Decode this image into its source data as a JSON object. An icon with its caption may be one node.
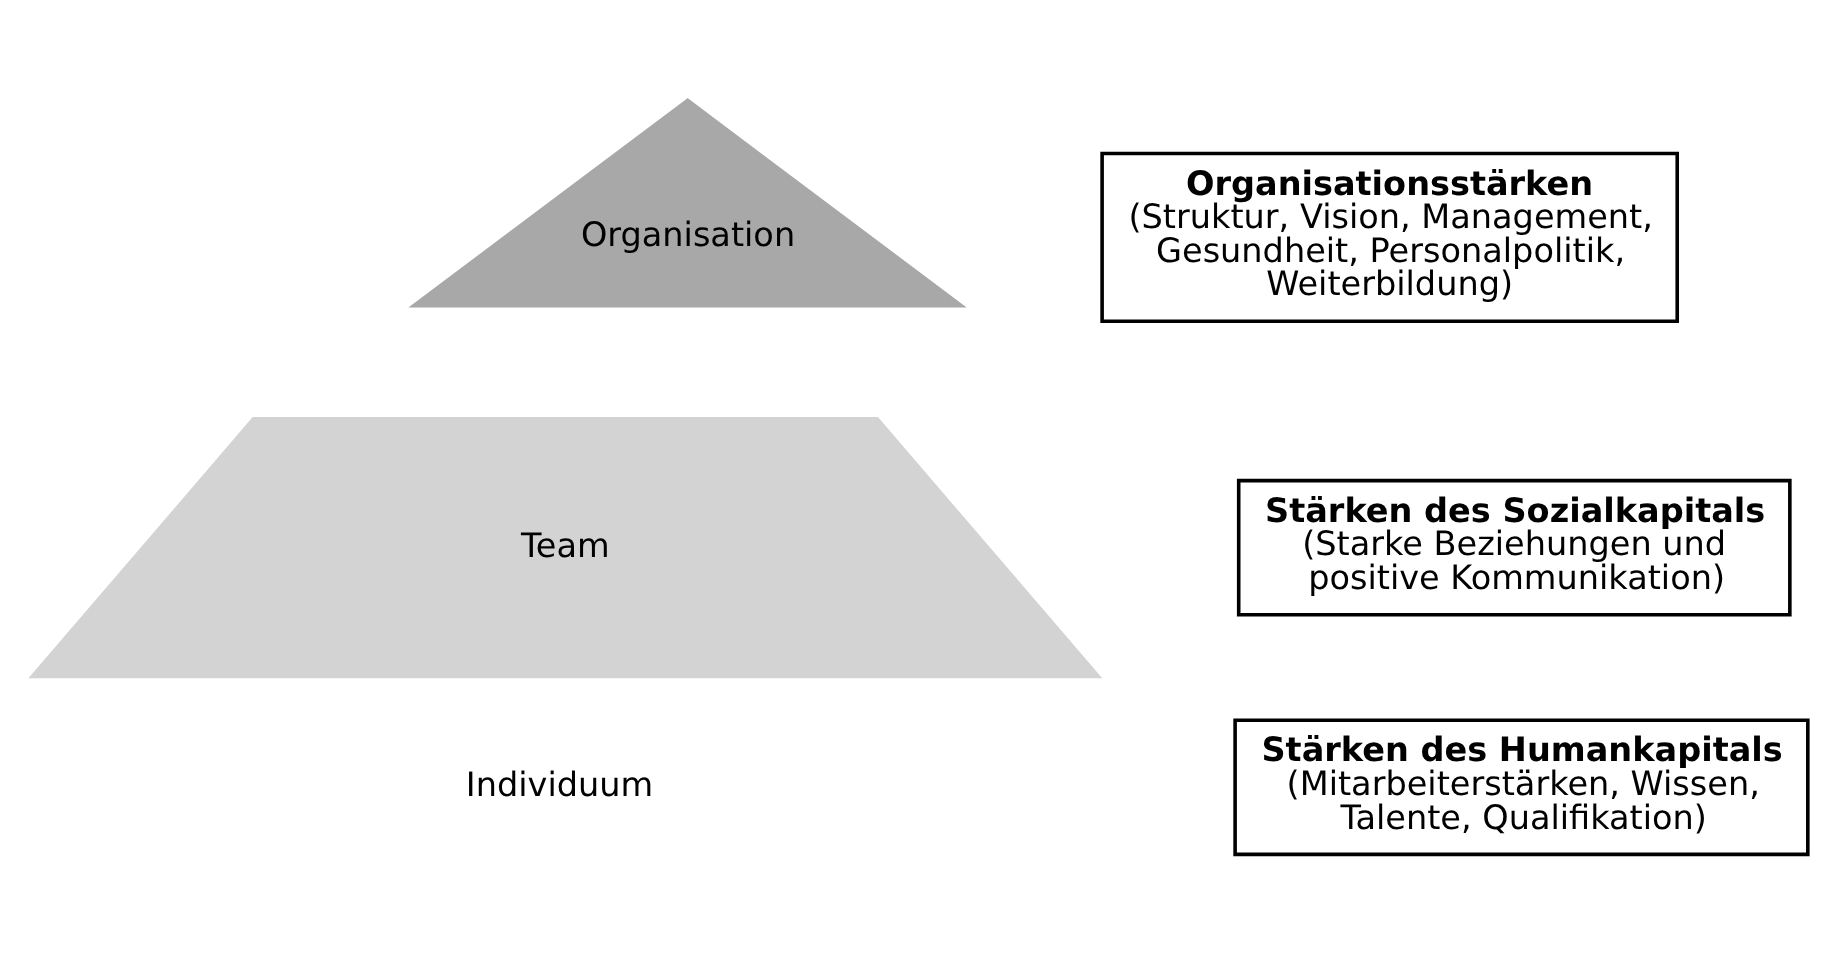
{
  "diagram": {
    "nodes": [
      {
        "text": [
          "Organisation"
        ]
      },
      {
        "text": [
          "Team"
        ]
      },
      {
        "text": [
          "Organisationsstärken",
          "(Struktur, Vision, Management, Gesundheit, Personalpolitik, Weiterbildung)"
        ]
      },
      {
        "text": [
          "Stärken des Sozialkapitals",
          "(Starke Beziehungen und positive Kommunikation)"
        ]
      },
      {
        "text": [
          "Stärken des Humankapitals",
          "(Mitarbeiterstärken, Wissen, Talente, Qualifikation)"
        ]
      }
    ],
    "labels": [
      "Individuum"
    ]
  }
}
